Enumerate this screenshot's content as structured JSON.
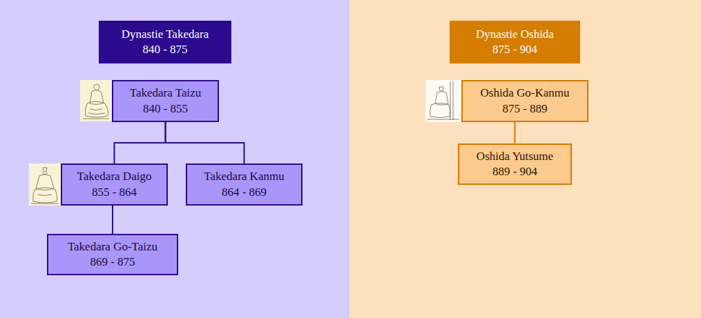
{
  "diagram": {
    "nodes": [
      {
        "text": [
          "Dynastie Takedara",
          "840 - 875"
        ]
      },
      {
        "text": [
          "Takedara Taizu",
          "840 - 855"
        ]
      },
      {
        "text": [
          "Takedara Daigo",
          "855 - 864"
        ]
      },
      {
        "text": [
          "Takedara Kanmu",
          "864 - 869"
        ]
      },
      {
        "text": [
          "Takedara Go-Taizu",
          "869 - 875"
        ]
      },
      {
        "text": [
          "Dynastie Oshida",
          "875 - 904"
        ]
      },
      {
        "text": [
          "Oshida Go-Kanmu",
          "875 - 889"
        ]
      },
      {
        "text": [
          "Oshida Yutsume",
          "889 - 904"
        ]
      }
    ],
    "edges": [
      {
        "from": 1,
        "to": 2,
        "arrow": "none"
      },
      {
        "from": 1,
        "to": 3,
        "arrow": "none"
      },
      {
        "from": 2,
        "to": 4,
        "arrow": "none"
      },
      {
        "from": 6,
        "to": 7,
        "arrow": "none"
      }
    ]
  }
}
